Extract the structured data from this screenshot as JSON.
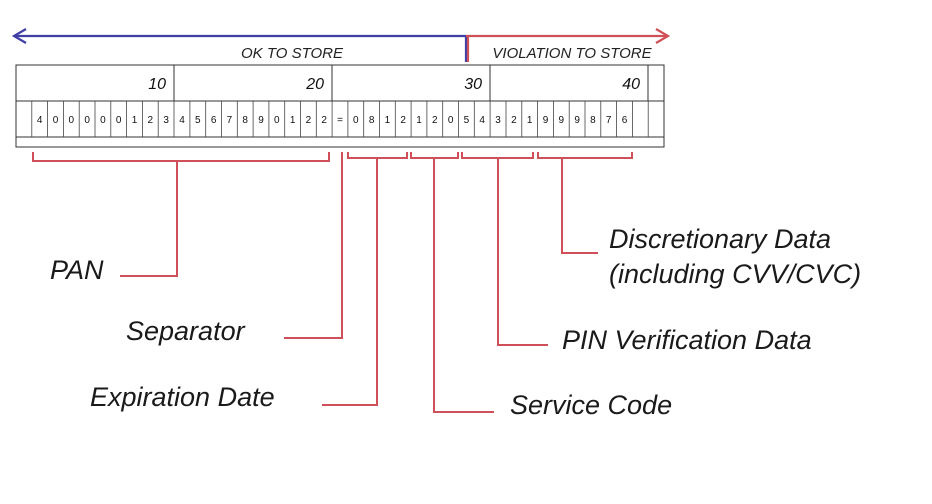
{
  "zones": {
    "ok": {
      "label": "OK TO STORE",
      "color": "#3f3fa6"
    },
    "violation": {
      "label": "VIOLATION TO STORE",
      "color": "#d0505a"
    }
  },
  "position_labels": [
    "10",
    "20",
    "30",
    "40"
  ],
  "digits": [
    "4",
    "0",
    "0",
    "0",
    "0",
    "0",
    "1",
    "2",
    "3",
    "4",
    "5",
    "6",
    "7",
    "8",
    "9",
    "0",
    "1",
    "2",
    "2",
    "=",
    "0",
    "8",
    "1",
    "2",
    "1",
    "2",
    "0",
    "5",
    "4",
    "3",
    "2",
    "1",
    "9",
    "9",
    "9",
    "8",
    "7",
    "6"
  ],
  "callout_color": "#d0505a",
  "fields": [
    {
      "id": "pan",
      "label": "PAN"
    },
    {
      "id": "separator",
      "label": "Separator"
    },
    {
      "id": "expiration",
      "label": "Expiration Date"
    },
    {
      "id": "service",
      "label": "Service Code"
    },
    {
      "id": "pin",
      "label": "PIN Verification Data"
    },
    {
      "id": "discretionary",
      "label_line1": "Discretionary Data",
      "label_line2": "(including CVV/CVC)"
    }
  ]
}
